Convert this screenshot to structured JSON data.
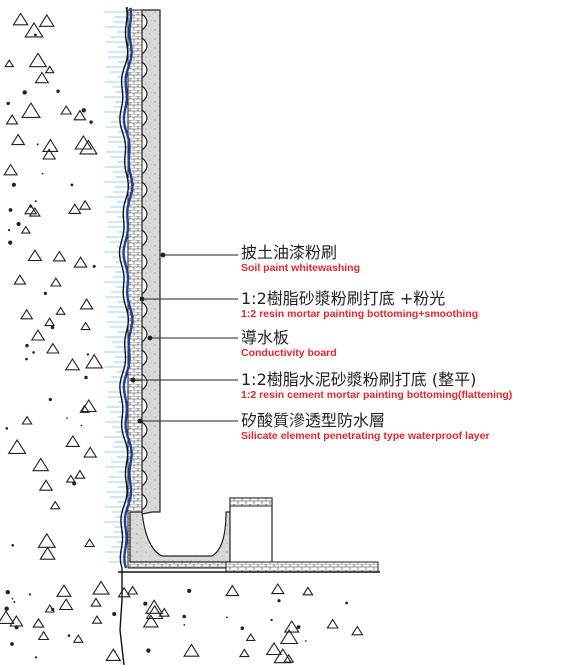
{
  "colors": {
    "accent_red": "#e8262b",
    "membrane_blue": "#1f3f9a",
    "hatch_blue": "#3ea6e0",
    "board_grey": "#d9d9d9",
    "line": "#222222"
  },
  "callouts": [
    {
      "zh": "披土油漆粉刷",
      "en": "Soil paint whitewashing"
    },
    {
      "zh": "1:2樹脂砂漿粉刷打底 +粉光",
      "en": "1:2 resin mortar painting bottoming+smoothing"
    },
    {
      "zh": "導水板",
      "en": "Conductivity board"
    },
    {
      "zh": "1:2樹脂水泥砂漿粉刷打底 (整平)",
      "en": "1:2 resin cement mortar painting bottoming(flattening)"
    },
    {
      "zh": "矽酸質滲透型防水層",
      "en": "Silicate element penetrating type waterproof layer"
    }
  ]
}
